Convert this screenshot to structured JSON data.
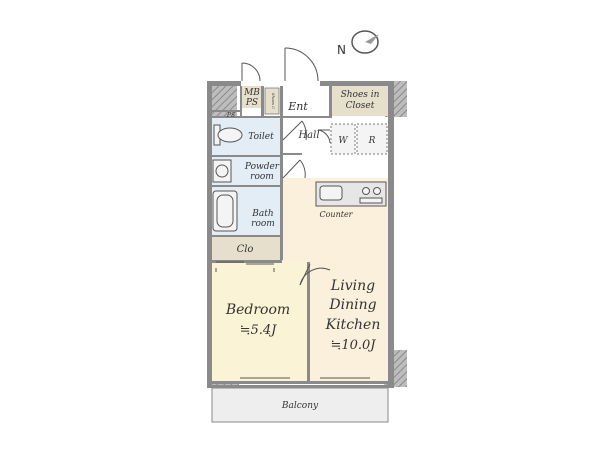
{
  "rooms": {
    "mb": "MB",
    "ps": "PS",
    "ps_small": "PS",
    "shoes_cab": "Shoes C",
    "entrance": "Ent",
    "shoes_closet_line1": "Shoes in",
    "shoes_closet_line2": "Closet",
    "hall": "Hall",
    "washer": "W",
    "fridge": "R",
    "toilet": "Toilet",
    "powder_line1": "Powder",
    "powder_line2": "room",
    "bath_line1": "Bath",
    "bath_line2": "room",
    "counter": "Counter",
    "closet": "Clo",
    "bedroom": "Bedroom",
    "bedroom_size": "≒5.4J",
    "ldk_line1": "Living",
    "ldk_line2": "Dining",
    "ldk_line3": "Kitchen",
    "ldk_size": "≒10.0J",
    "balcony": "Balcony"
  },
  "compass": {
    "label": "N"
  },
  "colors": {
    "wall": "#8a8a8a",
    "bedroom_floor": "#fbf3d6",
    "ldk_floor": "#fbf0dc",
    "wet_floor": "#e3edf5",
    "storage_floor": "#e6dfcc",
    "balcony_floor": "#eeeeee",
    "fixture": "#f4f4f4"
  }
}
